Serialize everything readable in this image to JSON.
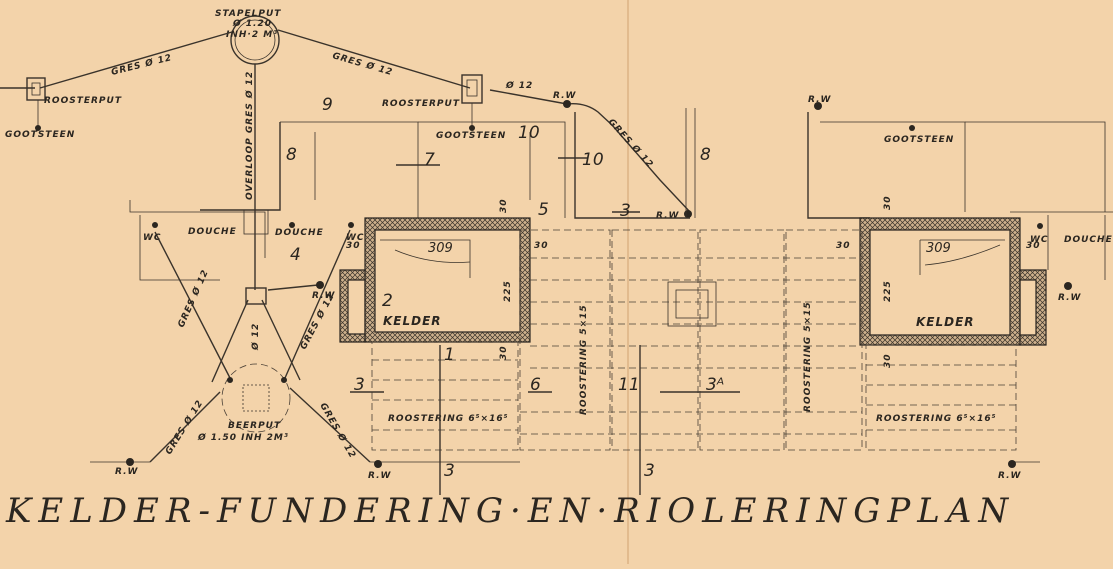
{
  "title": "KELDER-FUNDERING·EN·RIOLERINGPLAN",
  "labels": {
    "stapelput": "STAPELPUT",
    "stapelput_dim": "Ø 1.20",
    "stapelput_inh": "INH·2 M³",
    "roosterput": "ROOSTERPUT",
    "gootsteen": "GOOTSTEEN",
    "douche": "DOUCHE",
    "wc": "WC",
    "rw": "R.W",
    "kelder": "KELDER",
    "beerput": "BEERPUT",
    "beerput_dim": "Ø 1.50 INH 2M³",
    "overloop": "OVERLOOP GRES Ø 12",
    "gres": "GRES Ø 12",
    "d12": "Ø 12",
    "roostering_small": "ROOSTERING 6⁵×16⁵",
    "roostering_large": "ROOSTERING 5×15",
    "dim_309": "309",
    "dim_225": "225",
    "dim_30": "30"
  },
  "numbers": [
    "9",
    "8",
    "7",
    "10",
    "10",
    "8",
    "5",
    "3",
    "4",
    "2",
    "1",
    "3",
    "6",
    "11",
    "3ᴬ",
    "3",
    "3"
  ]
}
